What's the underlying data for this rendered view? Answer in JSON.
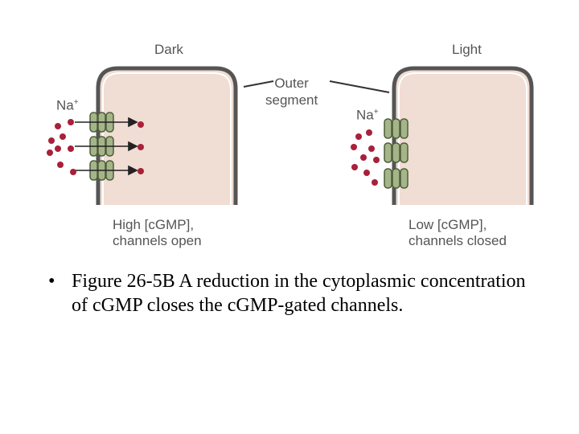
{
  "figure": {
    "left_title": "Dark",
    "right_title": "Light",
    "center_label": "Outer\nsegment",
    "ion_label": "Na",
    "ion_charge": "+",
    "left_caption": "High [cGMP],\nchannels open",
    "right_caption": "Low [cGMP],\nchannels closed",
    "colors": {
      "cell_fill": "#f0ddd3",
      "cell_border": "#555555",
      "channel_fill": "#a5b58a",
      "channel_stroke": "#4f5d3a",
      "ion_fill": "#a8203a"
    }
  },
  "caption": {
    "bullet": "•",
    "text": "Figure 26-5B A reduction in the cytoplasmic concentration of cGMP closes the cGMP-gated channels."
  }
}
